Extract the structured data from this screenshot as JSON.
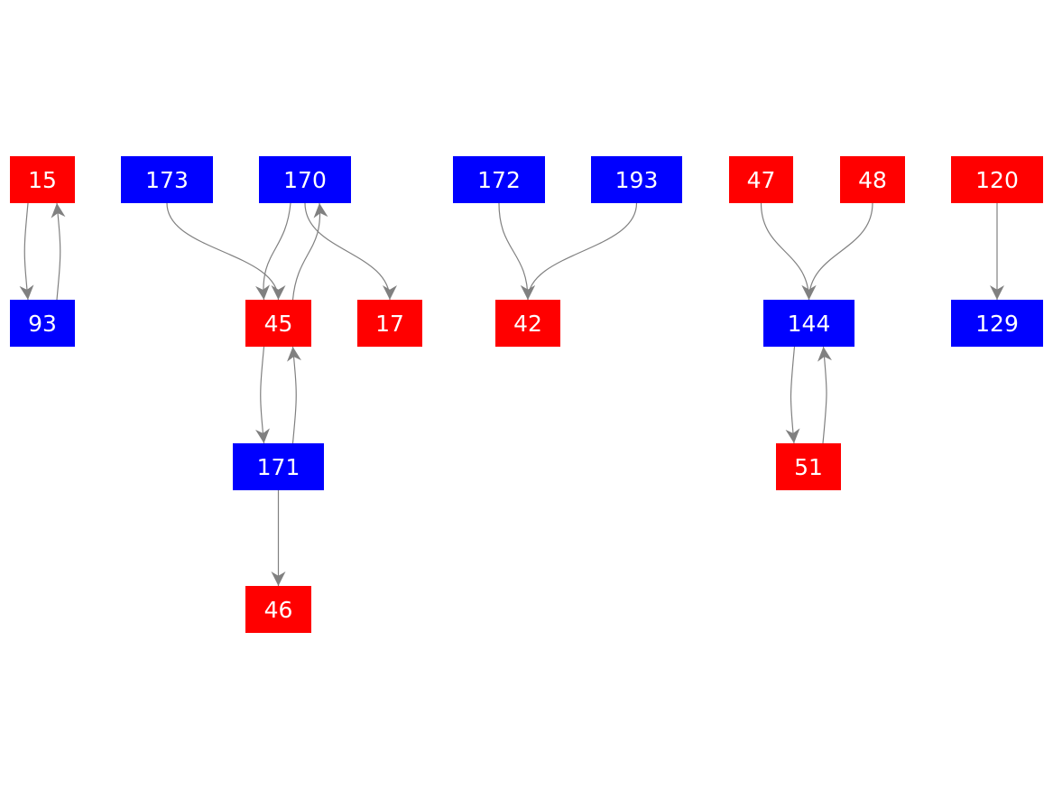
{
  "colors": {
    "red": "#ff0000",
    "blue": "#0000ff",
    "edge": "#808080",
    "label": "#ffffff"
  },
  "nodes": [
    {
      "id": "15",
      "label": "15",
      "color": "red"
    },
    {
      "id": "173",
      "label": "173",
      "color": "blue"
    },
    {
      "id": "170",
      "label": "170",
      "color": "blue"
    },
    {
      "id": "172",
      "label": "172",
      "color": "blue"
    },
    {
      "id": "193",
      "label": "193",
      "color": "blue"
    },
    {
      "id": "47",
      "label": "47",
      "color": "red"
    },
    {
      "id": "48",
      "label": "48",
      "color": "red"
    },
    {
      "id": "120",
      "label": "120",
      "color": "red"
    },
    {
      "id": "93",
      "label": "93",
      "color": "blue"
    },
    {
      "id": "45",
      "label": "45",
      "color": "red"
    },
    {
      "id": "17",
      "label": "17",
      "color": "red"
    },
    {
      "id": "42",
      "label": "42",
      "color": "red"
    },
    {
      "id": "144",
      "label": "144",
      "color": "blue"
    },
    {
      "id": "129",
      "label": "129",
      "color": "blue"
    },
    {
      "id": "171",
      "label": "171",
      "color": "blue"
    },
    {
      "id": "51",
      "label": "51",
      "color": "red"
    },
    {
      "id": "46",
      "label": "46",
      "color": "red"
    }
  ],
  "edges": [
    {
      "from": "15",
      "to": "93"
    },
    {
      "from": "93",
      "to": "15"
    },
    {
      "from": "173",
      "to": "45"
    },
    {
      "from": "170",
      "to": "45"
    },
    {
      "from": "45",
      "to": "170"
    },
    {
      "from": "170",
      "to": "17"
    },
    {
      "from": "172",
      "to": "42"
    },
    {
      "from": "193",
      "to": "42"
    },
    {
      "from": "47",
      "to": "144"
    },
    {
      "from": "48",
      "to": "144"
    },
    {
      "from": "120",
      "to": "129"
    },
    {
      "from": "45",
      "to": "171"
    },
    {
      "from": "171",
      "to": "45"
    },
    {
      "from": "171",
      "to": "46"
    },
    {
      "from": "144",
      "to": "51"
    },
    {
      "from": "51",
      "to": "144"
    }
  ]
}
